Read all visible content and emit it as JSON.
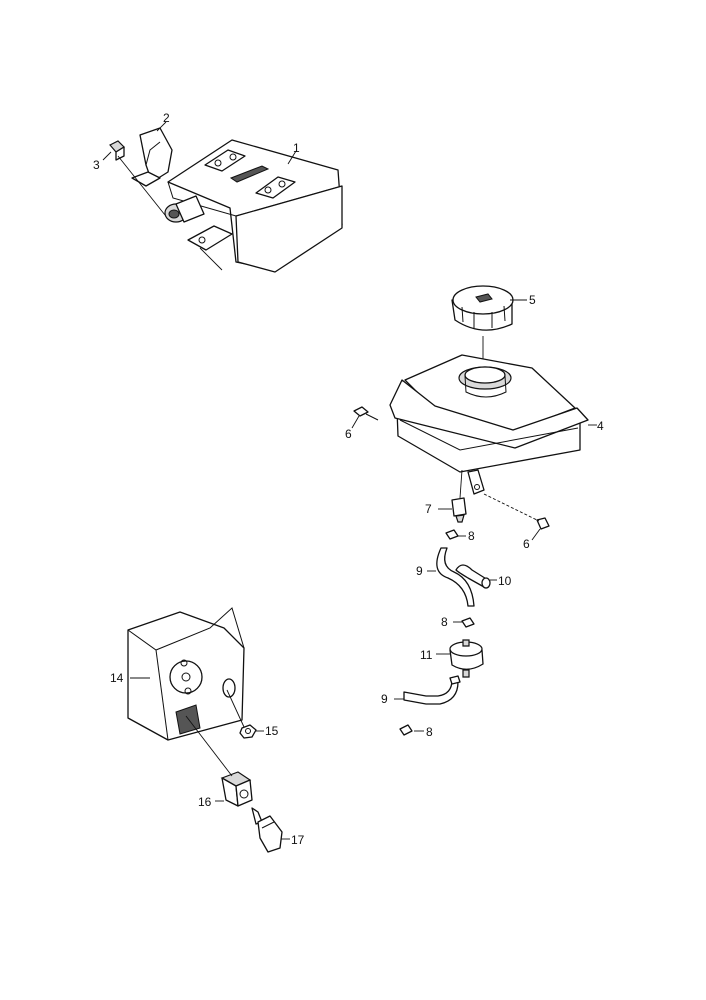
{
  "callouts": {
    "c1": "1",
    "c2": "2",
    "c3": "3",
    "c4": "4",
    "c5": "5",
    "c6a": "6",
    "c6b": "6",
    "c7": "7",
    "c8a": "8",
    "c8b": "8",
    "c8c": "8",
    "c9a": "9",
    "c9b": "9",
    "c10": "10",
    "c11": "11",
    "c14": "14",
    "c15": "15",
    "c16": "16",
    "c17": "17"
  }
}
